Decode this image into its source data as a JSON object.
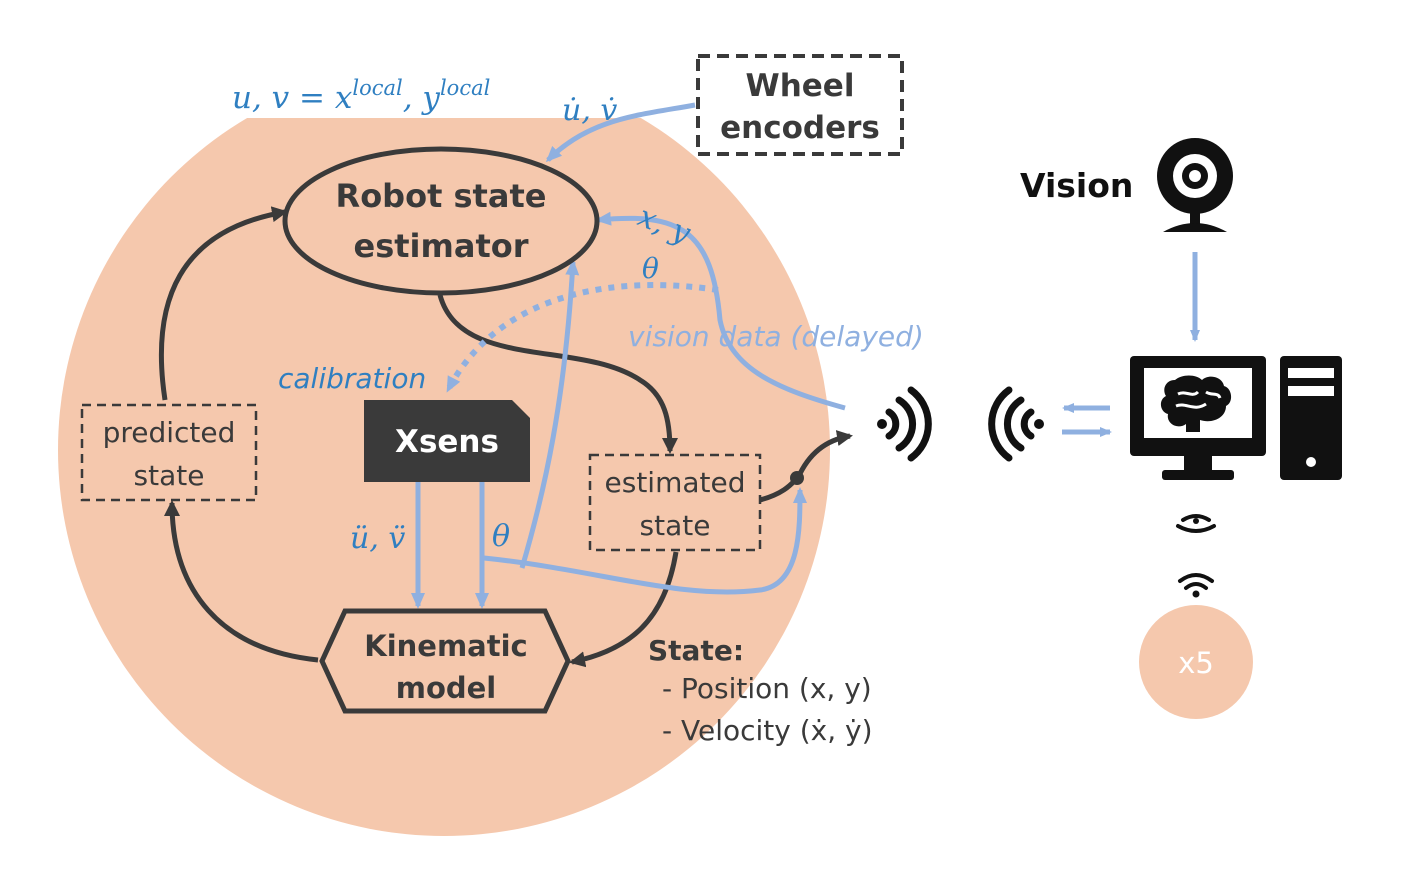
{
  "nodes": {
    "wheel_encoders": [
      "Wheel",
      "encoders"
    ],
    "robot_state_estimator": [
      "Robot state",
      "estimator"
    ],
    "predicted_state": [
      "predicted",
      "state"
    ],
    "xsens": "Xsens",
    "estimated_state": [
      "estimated",
      "state"
    ],
    "kinematic_model": [
      "Kinematic",
      "model"
    ],
    "vision": "Vision",
    "robot_count": "x5"
  },
  "labels": {
    "uv_local": "u, v = x",
    "uv_local_sup1": "local",
    "uv_local_mid": ", y",
    "uv_local_sup2": "local",
    "u_dot_v_dot": "u̇, v̇",
    "xy": "x, y",
    "theta_top": "θ",
    "vision_data": "vision data (delayed)",
    "calibration": "calibration",
    "u_ddot_v_ddot": "ü, v̈",
    "theta_bottom": "θ"
  },
  "state_legend": {
    "title": "State:",
    "items": [
      "- Position (x, y)",
      "- Velocity (ẋ, ẏ)"
    ]
  },
  "colors": {
    "robot_circle": "#f5c8ad",
    "dark": "#3a3a3a",
    "blue_arrow": "#8fb0e0",
    "blue_text": "#2f7fc1"
  }
}
